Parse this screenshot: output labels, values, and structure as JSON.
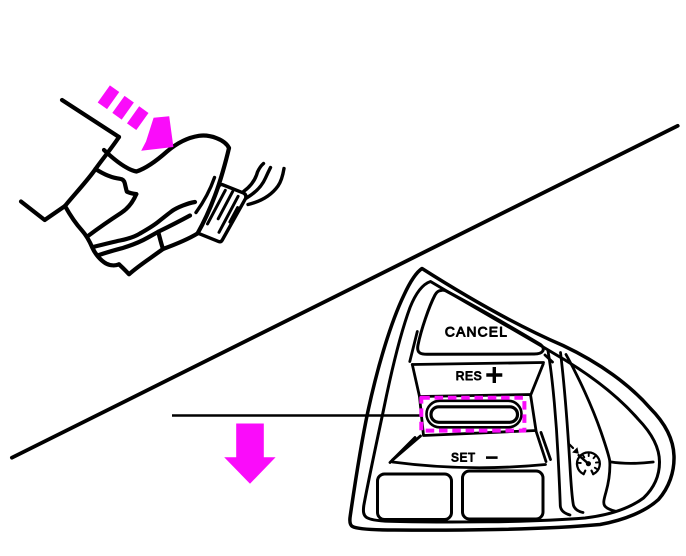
{
  "colors": {
    "background": "#ffffff",
    "line": "#000000",
    "accent_magenta": "#fa0cfa"
  },
  "illustration": {
    "description": "Depress the brake pedal and press the cruise control master switch on the steering wheel",
    "pedal_scene": {
      "press_arrow": "magenta-dashed-arrow-down-right",
      "parts": [
        "driver-leg",
        "shoe",
        "brake-pedal",
        "pedal-arm"
      ]
    },
    "divider": "diagonal-line",
    "callout": {
      "leader_line": "horizontal-line-to-switch",
      "action_arrow": "magenta-solid-arrow-down",
      "highlight": "magenta-dashed-rectangle-around-master-switch"
    }
  },
  "steering_pad": {
    "cancel_button": {
      "label": "CANCEL"
    },
    "res_button": {
      "label": "RES",
      "symbol": "+"
    },
    "master_switch": {
      "shape": "rocker-slot",
      "highlighted": true
    },
    "set_button": {
      "label": "SET",
      "symbol": "−"
    },
    "lower_buttons": [
      "blank-button-left",
      "blank-button-right"
    ],
    "cruise_icon": "speedometer-with-pointer-arrow"
  }
}
